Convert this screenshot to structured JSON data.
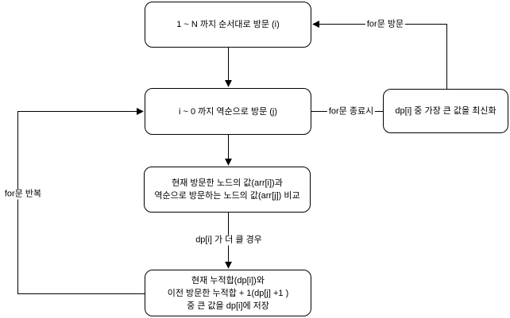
{
  "diagram": {
    "title": "LIS dp flowchart",
    "nodes": [
      {
        "id": "visit-forward",
        "label": "1 ~ N 까지 순서대로 방문 (i)"
      },
      {
        "id": "visit-reverse",
        "label": "i ~ 0 까지 역순으로 방문 (j)"
      },
      {
        "id": "compare-values",
        "lines": [
          "현재 방문한 노드의 값(arr[i])과",
          "역순으로 방문하는 노드의 값(arr[j]) 비교"
        ]
      },
      {
        "id": "store-max",
        "lines": [
          "현재 누적합(dp[i])와",
          "이전 방문한 누적합 + 1(dp[j] +1 )",
          "중 큰 값을 dp[i]에 저장"
        ]
      },
      {
        "id": "update-max",
        "label": "dp[i] 중 가장 큰 값을 최신화"
      }
    ],
    "edge_labels": {
      "for_visit": "for문 방문",
      "for_end": "for문 종료시",
      "for_repeat": "for문 반복",
      "dp_greater": "dp[i] 가 더 클 경우"
    },
    "colors": {
      "stroke": "#000000",
      "text": "#000000",
      "background": "#ffffff"
    }
  }
}
